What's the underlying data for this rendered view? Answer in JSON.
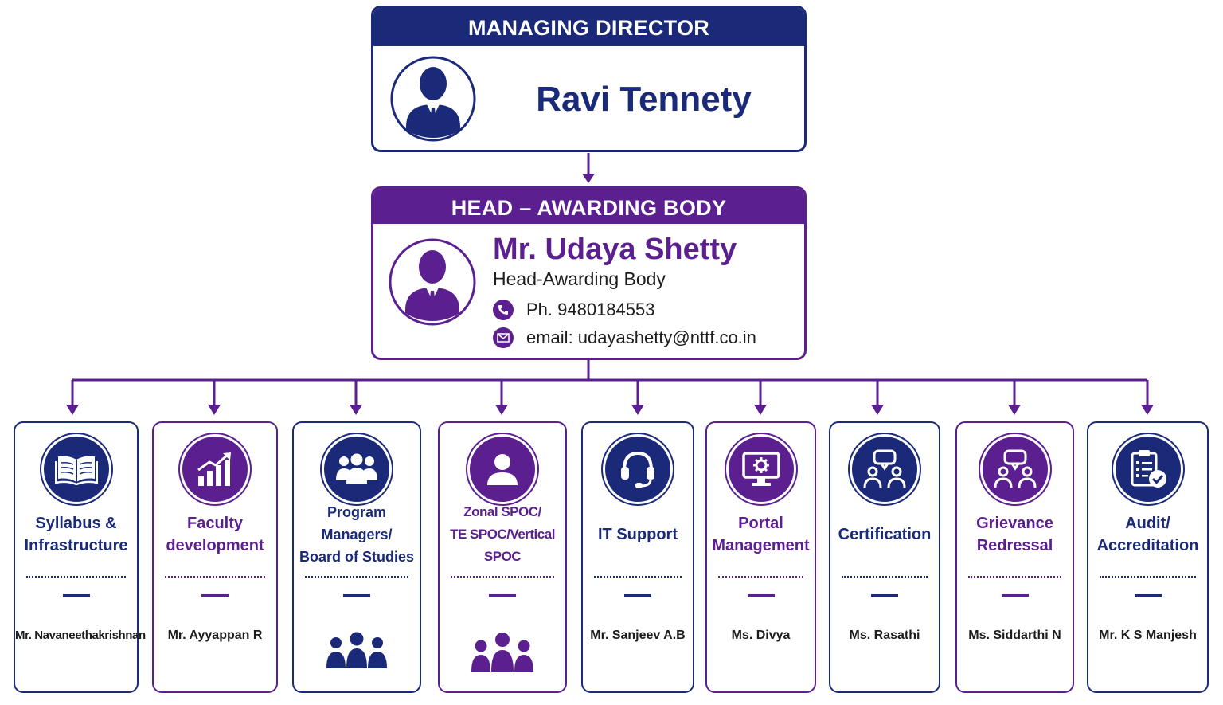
{
  "managing_director": {
    "header": "MANAGING DIRECTOR",
    "name": "Ravi Tennety",
    "icon": "person-avatar-icon",
    "color": "#1a2a78"
  },
  "head_awarding_body": {
    "header": "HEAD – AWARDING BODY",
    "name": "Mr. Udaya Shetty",
    "role": "Head-Awarding Body",
    "phone": "Ph. 9480184553",
    "email": "email: udayashetty@nttf.co.in",
    "icon": "person-avatar-icon",
    "color": "#5b1f8f"
  },
  "departments": [
    {
      "title_line1": "Syllabus &",
      "title_line2": "Infrastructure",
      "person": "Mr. Navaneethakrishnan",
      "icon": "open-book-icon",
      "theme": "blue"
    },
    {
      "title_line1": "Faculty",
      "title_line2": "development",
      "person": "Mr. Ayyappan R",
      "icon": "growth-chart-icon",
      "theme": "purple"
    },
    {
      "title_line1": "Program Managers/",
      "title_line2": "Board of Studies",
      "person": "",
      "icon": "group-users-icon",
      "theme": "blue"
    },
    {
      "title_line1": "Zonal SPOC/",
      "title_line2": "TE SPOC/Vertical SPOC",
      "person": "",
      "icon": "user-icon",
      "theme": "purple"
    },
    {
      "title_line1": "IT Support",
      "title_line2": "",
      "person": "Mr. Sanjeev A.B",
      "icon": "headset-icon",
      "theme": "blue"
    },
    {
      "title_line1": "Portal",
      "title_line2": "Management",
      "person": "Ms. Divya",
      "icon": "monitor-gear-icon",
      "theme": "purple"
    },
    {
      "title_line1": "Certification",
      "title_line2": "",
      "person": "Ms. Rasathi",
      "icon": "chat-people-icon",
      "theme": "blue"
    },
    {
      "title_line1": "Grievance",
      "title_line2": "Redressal",
      "person": "Ms. Siddarthi N",
      "icon": "chat-people-icon",
      "theme": "purple"
    },
    {
      "title_line1": "Audit/",
      "title_line2": "Accreditation",
      "person": "Mr. K S Manjesh",
      "icon": "clipboard-check-icon",
      "theme": "blue"
    }
  ],
  "colors": {
    "navy": "#1a2a78",
    "purple": "#5b1f8f"
  }
}
